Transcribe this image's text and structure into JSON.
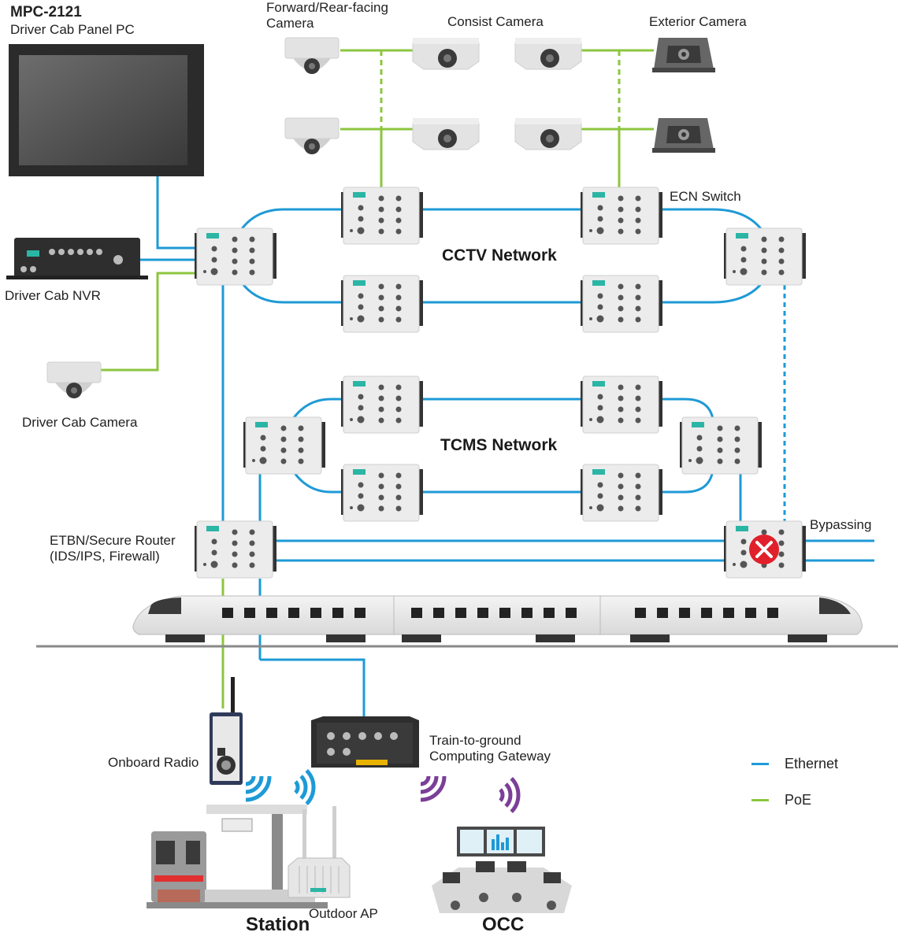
{
  "title": "",
  "devices": {
    "panel_pc": {
      "model": "MPC-2121",
      "name": "Driver Cab Panel PC"
    },
    "nvr": {
      "name": "Driver Cab NVR"
    },
    "driver_camera": {
      "name": "Driver Cab Camera"
    },
    "cam_forward": {
      "name": "Forward/Rear-facing\nCamera"
    },
    "cam_consist": {
      "name": "Consist Camera"
    },
    "cam_exterior": {
      "name": "Exterior Camera"
    },
    "ecn_switch": {
      "name": "ECN Switch"
    },
    "etbn_router": {
      "name": "ETBN/Secure Router\n(IDS/IPS, Firewall)"
    },
    "bypassing": {
      "name": "Bypassing"
    },
    "onboard_radio": {
      "name": "Onboard Radio"
    },
    "gateway": {
      "name": "Train-to-ground\nComputing Gateway"
    },
    "outdoor_ap": {
      "name": "Outdoor AP"
    },
    "station": {
      "name": "Station"
    },
    "occ": {
      "name": "OCC"
    }
  },
  "networks": {
    "cctv": "CCTV Network",
    "tcms": "TCMS Network"
  },
  "legend": [
    {
      "label": "Ethernet",
      "color": "#1e9ad6"
    },
    {
      "label": "PoE",
      "color": "#8cc63f"
    }
  ],
  "colors": {
    "ethernet": "#1e9ad6",
    "poe": "#8cc63f",
    "wireless_station": "#1e9ad6",
    "wireless_occ": "#7b3f98",
    "switch_accent": "#2bb5a5",
    "failure": "#e0202a"
  }
}
